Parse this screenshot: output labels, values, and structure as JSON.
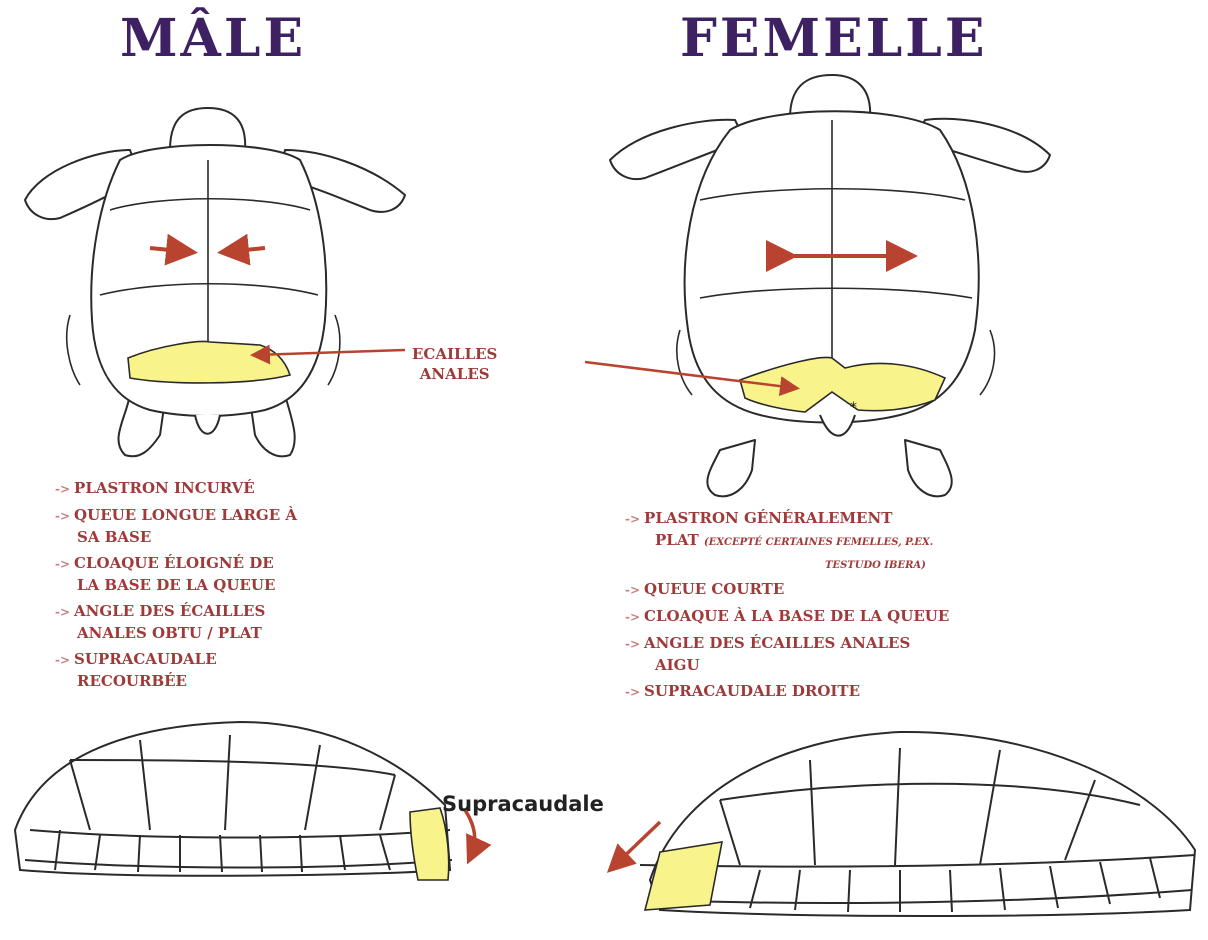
{
  "titles": {
    "male": "MÂLE",
    "female": "FEMELLE"
  },
  "center_label": {
    "line1": "ECAILLES",
    "line2": "ANALES"
  },
  "male_list": [
    {
      "arrow": "->",
      "lines": [
        "PLASTRON INCURVÉ"
      ]
    },
    {
      "arrow": "->",
      "lines": [
        "QUEUE LONGUE LARGE À",
        "SA BASE"
      ]
    },
    {
      "arrow": "->",
      "lines": [
        "CLOAQUE ÉLOIGNÉ DE",
        "LA BASE DE LA QUEUE"
      ]
    },
    {
      "arrow": "->",
      "lines": [
        "ANGLE DES ÉCAILLES",
        "ANALES OBTU / PLAT"
      ]
    },
    {
      "arrow": "->",
      "lines": [
        "SUPRACAUDALE",
        "RECOURBÉE"
      ]
    }
  ],
  "female_list": [
    {
      "arrow": "->",
      "lines": [
        "PLASTRON GÉNÉRALEMENT",
        "PLAT"
      ],
      "note": "(EXCEPTÉ CERTAINES FEMELLES, P.EX.",
      "note2": "TESTUDO IBERA)"
    },
    {
      "arrow": "->",
      "lines": [
        "QUEUE COURTE"
      ]
    },
    {
      "arrow": "->",
      "lines": [
        "CLOAQUE À LA BASE DE LA QUEUE"
      ]
    },
    {
      "arrow": "->",
      "lines": [
        "ANGLE DES ÉCAILLES ANALES",
        "AIGU"
      ]
    },
    {
      "arrow": "->",
      "lines": [
        "SUPRACAUDALE DROITE"
      ]
    }
  ],
  "supracaudale_label": "Supracaudale",
  "colors": {
    "title": "#3d2163",
    "text": "#a03a3a",
    "arrow": "#b8442f",
    "highlight": "#f8f38a",
    "ink": "#2a2a2a"
  }
}
